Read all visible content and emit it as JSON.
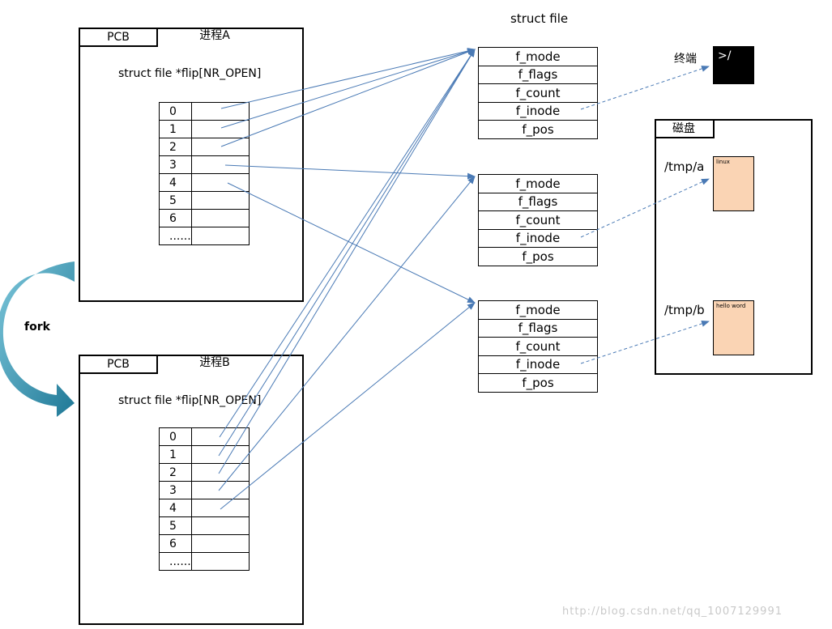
{
  "struct_file_title": "struct file",
  "process_a": {
    "pcb_label": "PCB",
    "name": "进程A",
    "struct_label": "struct file *flip[NR_OPEN]",
    "fd_rows": [
      "0",
      "1",
      "2",
      "3",
      "4",
      "5",
      "6",
      "......"
    ]
  },
  "process_b": {
    "pcb_label": "PCB",
    "name": "进程B",
    "struct_label": "struct file *flip[NR_OPEN]",
    "fd_rows": [
      "0",
      "1",
      "2",
      "3",
      "4",
      "5",
      "6",
      "......"
    ]
  },
  "fork_label": "fork",
  "file_structs": [
    {
      "fields": [
        "f_mode",
        "f_flags",
        "f_count",
        "f_inode",
        "f_pos"
      ]
    },
    {
      "fields": [
        "f_mode",
        "f_flags",
        "f_count",
        "f_inode",
        "f_pos"
      ]
    },
    {
      "fields": [
        "f_mode",
        "f_flags",
        "f_count",
        "f_inode",
        "f_pos"
      ]
    }
  ],
  "terminal": {
    "label": "终端",
    "prompt": ">/"
  },
  "disk": {
    "label": "磁盘",
    "files": [
      {
        "path": "/tmp/a",
        "content": "linux"
      },
      {
        "path": "/tmp/b",
        "content": "hello word"
      }
    ]
  },
  "watermark": "http://blog.csdn.net/qq_1007129991",
  "colors": {
    "arrow": "#4a7ab5",
    "file_fill": "#fad4b4",
    "fork_arrow": "#2a8aa8"
  }
}
